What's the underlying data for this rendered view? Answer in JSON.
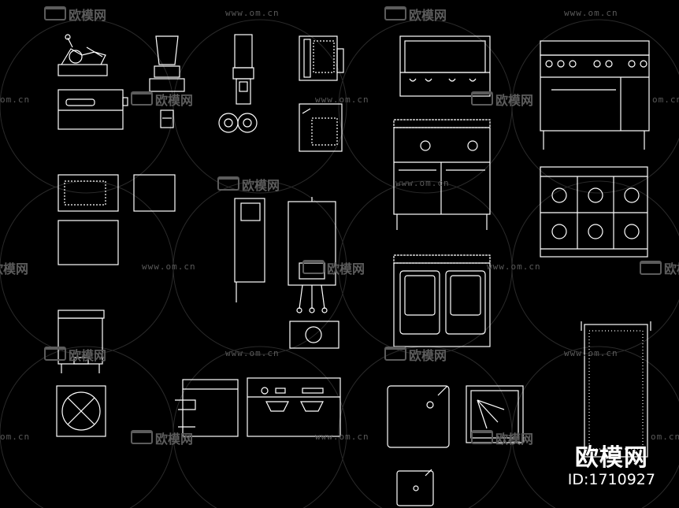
{
  "watermark": {
    "url_text": "www.om.cn",
    "url_partial_text": "om.cn",
    "logo_text": "欧模网",
    "logo_icon": "sofa-icon"
  },
  "brand": {
    "name": "欧模网",
    "id_text": "ID:1710927"
  },
  "colors": {
    "background": "#000000",
    "drawing_line": "#ffffff",
    "watermark": "#5c5c5c"
  }
}
